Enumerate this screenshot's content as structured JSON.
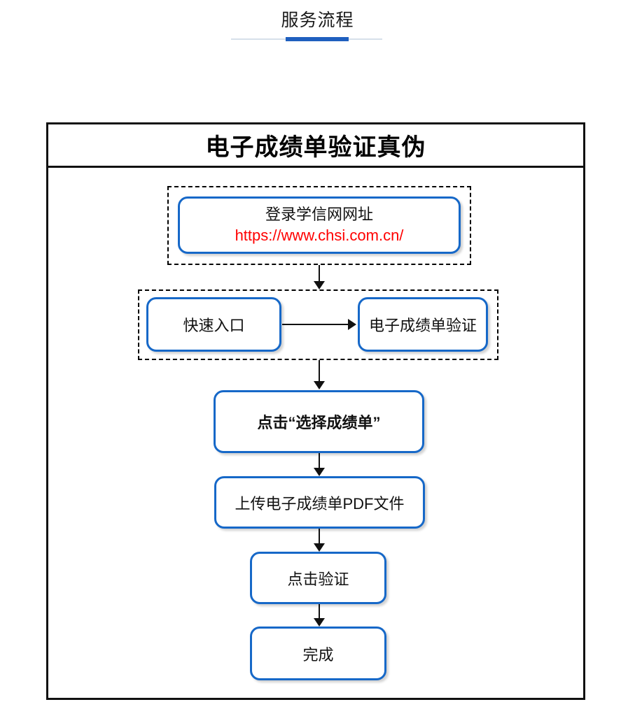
{
  "header": {
    "title": "服务流程",
    "accent_color": "#1f5fbf",
    "rule_color": "#d6e0ea"
  },
  "flowchart": {
    "heading": "电子成绩单验证真伪",
    "frame_border_color": "#111111",
    "node_border_color": "#1668c8",
    "link_color": "#ff0000",
    "nodes": {
      "login": {
        "line1": "登录学信网网址",
        "line2": "https://www.chsi.com.cn/"
      },
      "quick_entry": "快速入口",
      "transcript_verify": "电子成绩单验证",
      "select_transcript": "点击“选择成绩单”",
      "upload_pdf": "上传电子成绩单PDF文件",
      "click_verify": "点击验证",
      "done": "完成"
    }
  }
}
